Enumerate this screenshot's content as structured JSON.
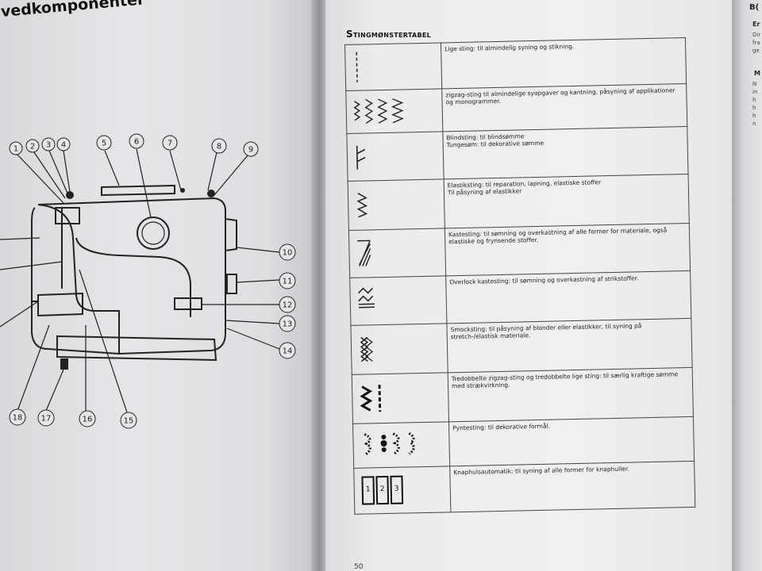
{
  "left_page": {
    "title": "vedkomponenter",
    "callouts": [
      "1",
      "2",
      "3",
      "4",
      "5",
      "6",
      "7",
      "8",
      "9",
      "10",
      "11",
      "12",
      "13",
      "14",
      "15",
      "16",
      "17",
      "18"
    ]
  },
  "right_page": {
    "table_title": "Stingmønstertabel",
    "rows": [
      {
        "icon": "straight-stitch-icon",
        "desc": "Lige sting: til almindelig syning og stikning."
      },
      {
        "icon": "zigzag-stitch-icon",
        "desc": "zigzag-sting til almindelige syopgaver og kantning, påsyning af applikationer og monogrammer."
      },
      {
        "icon": "blind-stitch-icon",
        "desc": "Blindsting: til blindsømme\nTungesøm: til dekorative sømme"
      },
      {
        "icon": "elastic-stitch-icon",
        "desc": "Elastiksting: til reparation, lapning, elastiske stoffer\nTil påsyning af elastikker"
      },
      {
        "icon": "overcast-stitch-icon",
        "desc": "Kastesting: til sømning og overkastning af alle former for materiale, også elastiske og frynsende stoffer."
      },
      {
        "icon": "overlock-stitch-icon",
        "desc": "Overlock kastesting: til sømning og overkastning af strikstoffer."
      },
      {
        "icon": "smock-stitch-icon",
        "desc": "Smocksting: til påsyning af blonder eller elastikker, til syning på stretch-/elastisk materiale."
      },
      {
        "icon": "triple-stitch-icon",
        "desc": "Tredobbelte zigzag-sting og tredobbelte lige sting: til særlig kraftige sømme med strækvirkning."
      },
      {
        "icon": "decorative-stitch-icon",
        "desc": "Pyntesting: til dekorative formål."
      },
      {
        "icon": "buttonhole-icon",
        "desc": "Knaphulsautomatik: til syning af alle former for knaphuller.",
        "steps": [
          "1",
          "2",
          "3"
        ]
      }
    ],
    "page_number": "50"
  },
  "edge_page": {
    "heading": "B(",
    "subheading_1": "Er",
    "lines_1": [
      "Dir",
      "fra",
      "ge"
    ],
    "subheading_2": "M",
    "lines_2": [
      "N",
      "in",
      "h",
      "h",
      "h",
      "n"
    ]
  },
  "colors": {
    "paper": "#ededef",
    "ink": "#1a1a1a",
    "table_border": "#444444"
  }
}
